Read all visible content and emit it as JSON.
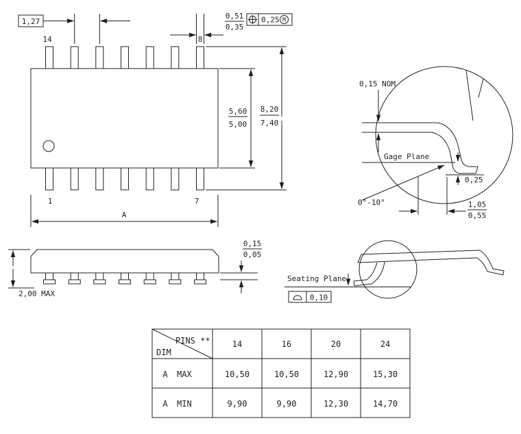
{
  "meta": {
    "ink": "#1f1f1f",
    "background": "#ffffff"
  },
  "top_view": {
    "pitch": "1,27",
    "lead_width_max": "0,51",
    "lead_width_min": "0,35",
    "true_position_value": "0,25",
    "true_position_modifier": "M",
    "pin_top_left": "14",
    "pin_top_right": "8",
    "pin_bottom_left": "1",
    "pin_bottom_right": "7",
    "body_width_max": "5,60",
    "body_width_min": "5,00",
    "span_max": "8,20",
    "span_min": "7,40",
    "length_label": "A"
  },
  "lead_detail": {
    "thickness": "0,15 NOM",
    "gage_plane": "Gage Plane",
    "gage_offset": "0,25",
    "foot_angle": "0°-10°",
    "foot_length_max": "1,05",
    "foot_length_min": "0,55"
  },
  "side_view": {
    "height": "2,00 MAX",
    "standoff_max": "0,15",
    "standoff_min": "0,05"
  },
  "seating_view": {
    "label": "Seating Plane",
    "flatness": "0,10"
  },
  "table": {
    "corner_top": "PINS **",
    "corner_bottom": "DIM",
    "columns": [
      "14",
      "16",
      "20",
      "24"
    ],
    "rows": [
      {
        "dim": "A",
        "bound": "MAX",
        "values": [
          "10,50",
          "10,50",
          "12,90",
          "15,30"
        ]
      },
      {
        "dim": "A",
        "bound": "MIN",
        "values": [
          "9,90",
          "9,90",
          "12,30",
          "14,70"
        ]
      }
    ]
  }
}
